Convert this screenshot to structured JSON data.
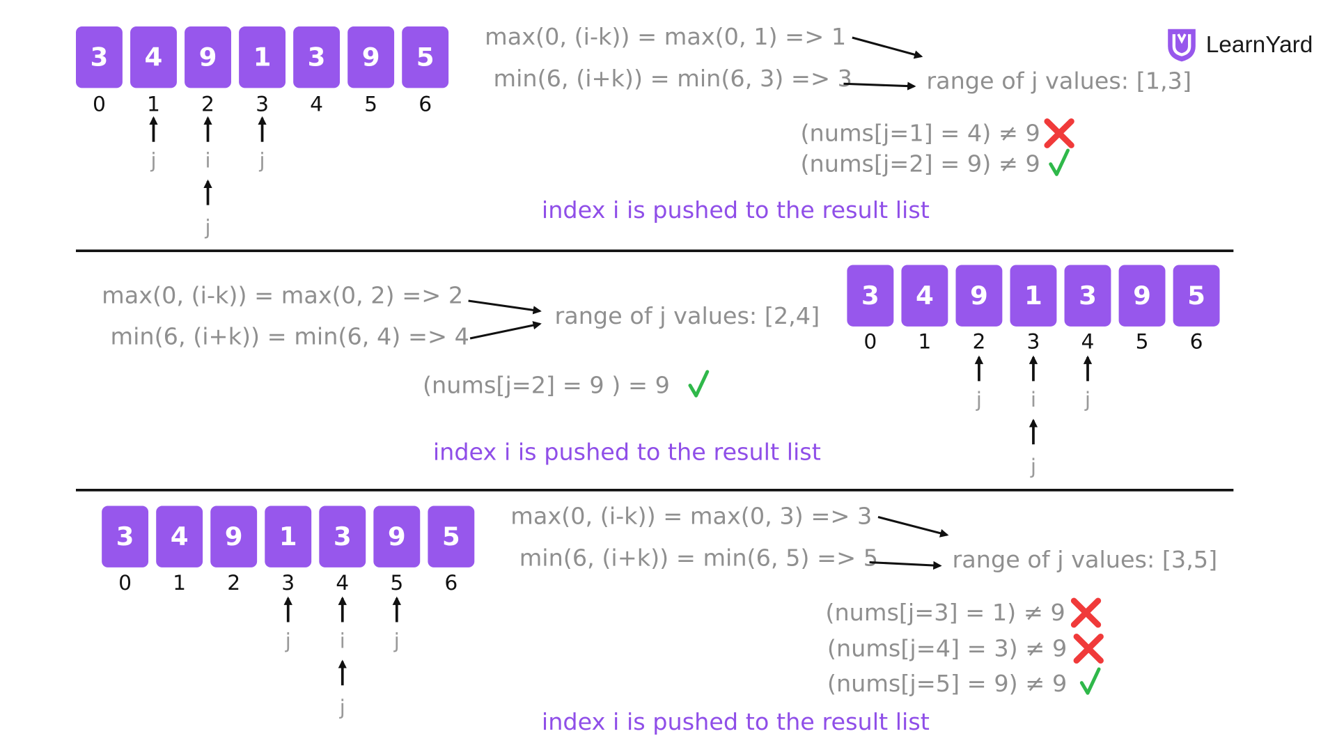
{
  "brand": {
    "name": "LearnYard",
    "logo_icon": "learnyard-shield-logo",
    "accent": "#9757ec"
  },
  "array": {
    "values": [
      "3",
      "4",
      "9",
      "1",
      "3",
      "9",
      "5"
    ],
    "indices": [
      "0",
      "1",
      "2",
      "3",
      "4",
      "5",
      "6"
    ]
  },
  "labels": {
    "i": "i",
    "j": "j"
  },
  "panels": [
    {
      "max_expr": "max(0, (i-k)) = max(0, 1) => 1",
      "min_expr": "min(6, (i+k)) = min(6, 3) => 3",
      "range": "range of j values:  [1,3]",
      "checks": [
        {
          "text": "(nums[j=1] = 4) ≠ 9",
          "status": "cross"
        },
        {
          "text": "(nums[j=2] = 9) ≠ 9",
          "status": "check"
        }
      ],
      "result": "index i is pushed to the result list",
      "i_index": 2,
      "j_indices": [
        1,
        3
      ]
    },
    {
      "max_expr": "max(0, (i-k)) = max(0, 2) => 2",
      "min_expr": "min(6, (i+k)) = min(6, 4) => 4",
      "range": "range of j values:  [2,4]",
      "checks": [
        {
          "text": "(nums[j=2] = 9 ) = 9",
          "status": "check"
        }
      ],
      "result": "index i is pushed to the result list",
      "i_index": 3,
      "j_indices": [
        2,
        4
      ]
    },
    {
      "max_expr": "max(0, (i-k)) = max(0, 3) => 3",
      "min_expr": "min(6, (i+k)) = min(6, 5) => 5",
      "range": "range of j values:  [3,5]",
      "checks": [
        {
          "text": "(nums[j=3] = 1) ≠ 9",
          "status": "cross"
        },
        {
          "text": "(nums[j=4] = 3) ≠ 9",
          "status": "cross"
        },
        {
          "text": "(nums[j=5] = 9) ≠ 9",
          "status": "check"
        }
      ],
      "result": "index i is pushed to the result list",
      "i_index": 4,
      "j_indices": [
        3,
        5
      ]
    }
  ],
  "colors": {
    "cell": "#9757ec",
    "cross": "#f03a3a",
    "check": "#2fb84a",
    "result_text": "#8f4ee8"
  }
}
